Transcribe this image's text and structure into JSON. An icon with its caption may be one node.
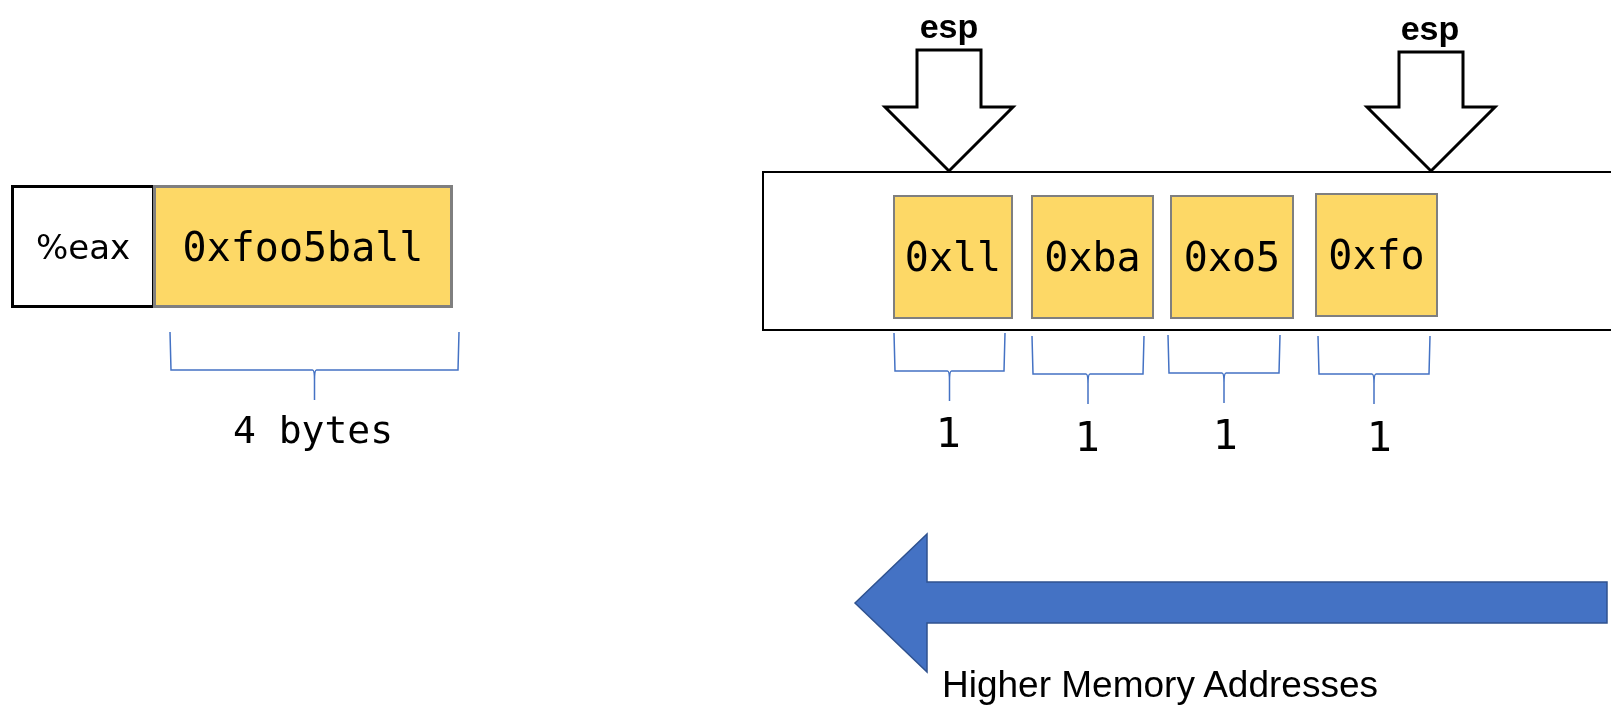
{
  "diagram": {
    "nodes": [
      {
        "text": [
          "esp"
        ]
      },
      {
        "text": [
          "esp"
        ]
      },
      {
        "text": [
          "%eax"
        ]
      },
      {
        "text": [
          "0xfoo5ball"
        ]
      },
      {
        "text": [],
        "shape": "box"
      },
      {
        "text": [
          "0xll"
        ],
        "in": 4
      },
      {
        "text": [
          "0xba"
        ],
        "in": 4
      },
      {
        "text": [
          "0xo5"
        ],
        "in": 4
      },
      {
        "text": [
          "0xfo"
        ],
        "in": 4
      }
    ],
    "edges": [
      {
        "from": 0,
        "to": 4,
        "arrow": "to"
      },
      {
        "from": 1,
        "to": 4,
        "arrow": "to"
      }
    ],
    "labels": [
      "4 bytes",
      "1",
      "1",
      "1",
      "1",
      "Higher Memory Addresses"
    ]
  }
}
